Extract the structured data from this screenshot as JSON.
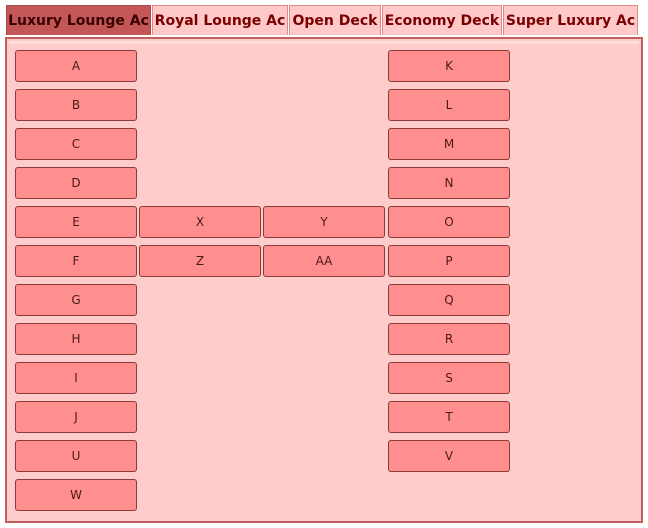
{
  "tabs": [
    {
      "label": "Luxury Lounge Ac",
      "active": true
    },
    {
      "label": "Royal Lounge Ac",
      "active": false
    },
    {
      "label": "Open Deck",
      "active": false
    },
    {
      "label": "Economy Deck",
      "active": false
    },
    {
      "label": "Super Luxury Ac",
      "active": false
    }
  ],
  "seats": {
    "col1": [
      "A",
      "B",
      "C",
      "D",
      "E",
      "F",
      "G",
      "H",
      "I",
      "J",
      "U",
      "W"
    ],
    "col2": [
      "X",
      "Z"
    ],
    "col3": [
      "Y",
      "AA"
    ],
    "col4": [
      "K",
      "L",
      "M",
      "N",
      "O",
      "P",
      "Q",
      "R",
      "S",
      "T",
      "V"
    ]
  }
}
